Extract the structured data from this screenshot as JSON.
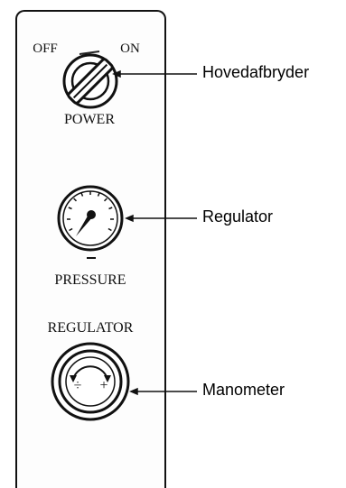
{
  "panel": {
    "switch_off_label": "OFF",
    "switch_on_label": "ON",
    "power_label": "POWER",
    "gauge_label": "PRESSURE",
    "regulator_label": "REGULATOR",
    "knob_minus": "÷",
    "knob_plus": "+"
  },
  "callouts": {
    "main_switch": "Hovedafbryder",
    "regulator": "Regulator",
    "manometer": "Manometer"
  }
}
